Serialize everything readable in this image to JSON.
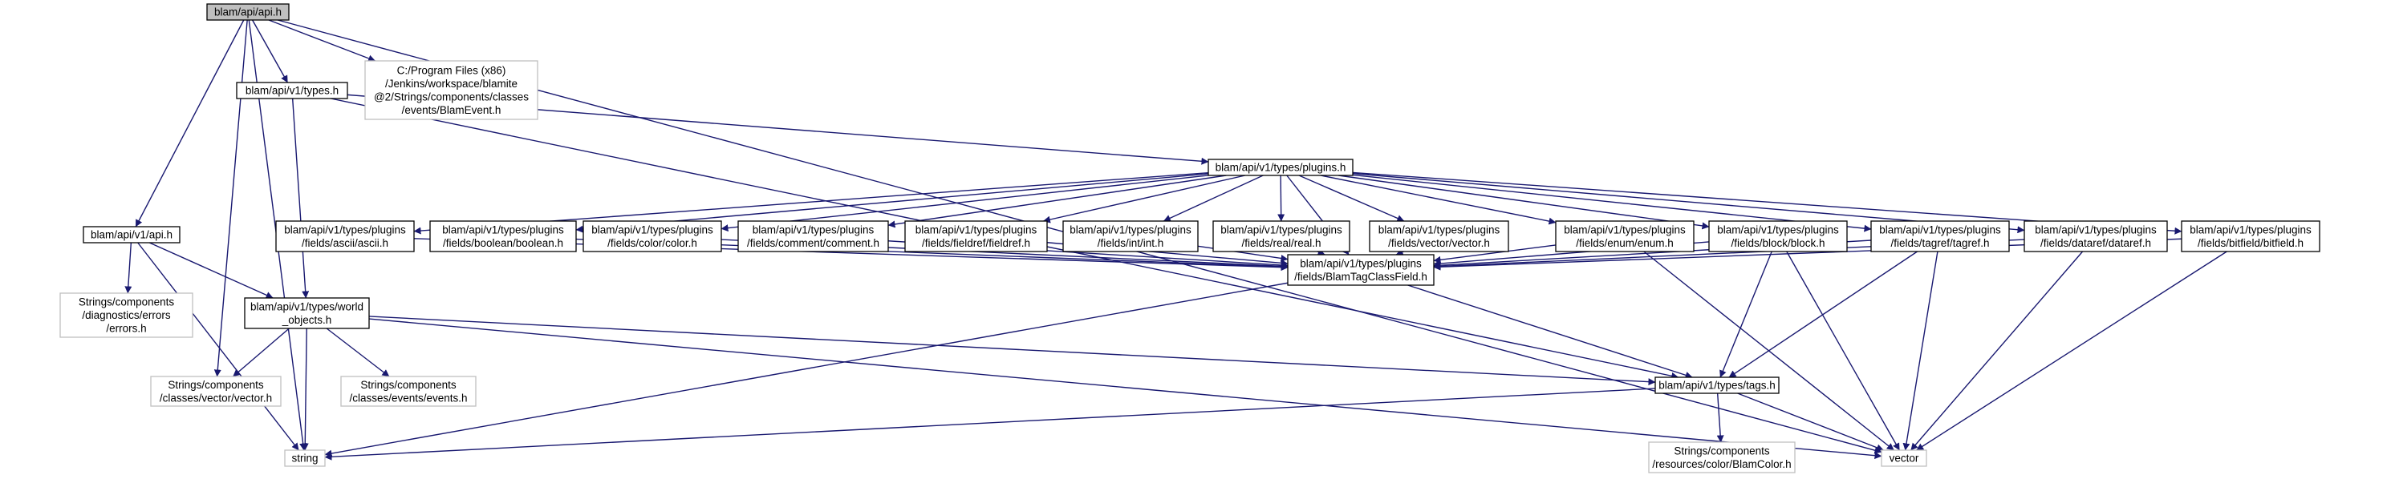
{
  "colors": {
    "edge": "#191970",
    "current_fill": "#bfbfbf",
    "node_fill": "#ffffff",
    "node_border": "#000000",
    "external_border": "#bfbfbf"
  },
  "nodes": {
    "api_h": {
      "lines": [
        "blam/api/api.h"
      ],
      "style": "current"
    },
    "blam_event": {
      "lines": [
        "C:/Program Files (x86)",
        "/Jenkins/workspace/blamite",
        "@2/Strings/components/classes",
        "/events/BlamEvent.h"
      ],
      "style": "external"
    },
    "types_h": {
      "lines": [
        "blam/api/v1/types.h"
      ],
      "style": "normal"
    },
    "plugins_h": {
      "lines": [
        "blam/api/v1/types/plugins.h"
      ],
      "style": "normal"
    },
    "v1_api_h": {
      "lines": [
        "blam/api/v1/api.h"
      ],
      "style": "normal"
    },
    "errors_h": {
      "lines": [
        "Strings/components",
        "/diagnostics/errors",
        "/errors.h"
      ],
      "style": "external"
    },
    "world_objects_h": {
      "lines": [
        "blam/api/v1/types/world",
        "_objects.h"
      ],
      "style": "normal"
    },
    "vector_vector_h": {
      "lines": [
        "Strings/components",
        "/classes/vector/vector.h"
      ],
      "style": "external"
    },
    "events_h": {
      "lines": [
        "Strings/components",
        "/classes/events/events.h"
      ],
      "style": "external"
    },
    "ascii_h": {
      "lines": [
        "blam/api/v1/types/plugins",
        "/fields/ascii/ascii.h"
      ],
      "style": "normal"
    },
    "boolean_h": {
      "lines": [
        "blam/api/v1/types/plugins",
        "/fields/boolean/boolean.h"
      ],
      "style": "normal"
    },
    "color_h": {
      "lines": [
        "blam/api/v1/types/plugins",
        "/fields/color/color.h"
      ],
      "style": "normal"
    },
    "comment_h": {
      "lines": [
        "blam/api/v1/types/plugins",
        "/fields/comment/comment.h"
      ],
      "style": "normal"
    },
    "fieldref_h": {
      "lines": [
        "blam/api/v1/types/plugins",
        "/fields/fieldref/fieldref.h"
      ],
      "style": "normal"
    },
    "int_h": {
      "lines": [
        "blam/api/v1/types/plugins",
        "/fields/int/int.h"
      ],
      "style": "normal"
    },
    "real_h": {
      "lines": [
        "blam/api/v1/types/plugins",
        "/fields/real/real.h"
      ],
      "style": "normal"
    },
    "vector_field_h": {
      "lines": [
        "blam/api/v1/types/plugins",
        "/fields/vector/vector.h"
      ],
      "style": "normal"
    },
    "enum_h": {
      "lines": [
        "blam/api/v1/types/plugins",
        "/fields/enum/enum.h"
      ],
      "style": "normal"
    },
    "block_h": {
      "lines": [
        "blam/api/v1/types/plugins",
        "/fields/block/block.h"
      ],
      "style": "normal"
    },
    "tagref_h": {
      "lines": [
        "blam/api/v1/types/plugins",
        "/fields/tagref/tagref.h"
      ],
      "style": "normal"
    },
    "dataref_h": {
      "lines": [
        "blam/api/v1/types/plugins",
        "/fields/dataref/dataref.h"
      ],
      "style": "normal"
    },
    "bitfield_h": {
      "lines": [
        "blam/api/v1/types/plugins",
        "/fields/bitfield/bitfield.h"
      ],
      "style": "normal"
    },
    "blamtagclassfield_h": {
      "lines": [
        "blam/api/v1/types/plugins",
        "/fields/BlamTagClassField.h"
      ],
      "style": "normal"
    },
    "tags_h": {
      "lines": [
        "blam/api/v1/types/tags.h"
      ],
      "style": "normal"
    },
    "string": {
      "lines": [
        "string"
      ],
      "style": "external"
    },
    "blamcolor_h": {
      "lines": [
        "Strings/components",
        "/resources/color/BlamColor.h"
      ],
      "style": "external"
    },
    "vector": {
      "lines": [
        "vector"
      ],
      "style": "external"
    }
  },
  "edges": [
    [
      "api_h",
      "blam_event"
    ],
    [
      "api_h",
      "types_h"
    ],
    [
      "api_h",
      "v1_api_h"
    ],
    [
      "api_h",
      "vector_vector_h"
    ],
    [
      "api_h",
      "string"
    ],
    [
      "api_h",
      "vector"
    ],
    [
      "types_h",
      "plugins_h"
    ],
    [
      "types_h",
      "world_objects_h"
    ],
    [
      "types_h",
      "tags_h"
    ],
    [
      "v1_api_h",
      "errors_h"
    ],
    [
      "v1_api_h",
      "world_objects_h"
    ],
    [
      "v1_api_h",
      "string"
    ],
    [
      "world_objects_h",
      "vector_vector_h"
    ],
    [
      "world_objects_h",
      "events_h"
    ],
    [
      "world_objects_h",
      "string"
    ],
    [
      "world_objects_h",
      "tags_h"
    ],
    [
      "world_objects_h",
      "vector"
    ],
    [
      "plugins_h",
      "ascii_h"
    ],
    [
      "plugins_h",
      "boolean_h"
    ],
    [
      "plugins_h",
      "color_h"
    ],
    [
      "plugins_h",
      "comment_h"
    ],
    [
      "plugins_h",
      "fieldref_h"
    ],
    [
      "plugins_h",
      "int_h"
    ],
    [
      "plugins_h",
      "real_h"
    ],
    [
      "plugins_h",
      "vector_field_h"
    ],
    [
      "plugins_h",
      "enum_h"
    ],
    [
      "plugins_h",
      "block_h"
    ],
    [
      "plugins_h",
      "tagref_h"
    ],
    [
      "plugins_h",
      "dataref_h"
    ],
    [
      "plugins_h",
      "bitfield_h"
    ],
    [
      "plugins_h",
      "blamtagclassfield_h"
    ],
    [
      "ascii_h",
      "blamtagclassfield_h"
    ],
    [
      "boolean_h",
      "blamtagclassfield_h"
    ],
    [
      "color_h",
      "blamtagclassfield_h"
    ],
    [
      "comment_h",
      "blamtagclassfield_h"
    ],
    [
      "fieldref_h",
      "blamtagclassfield_h"
    ],
    [
      "int_h",
      "blamtagclassfield_h"
    ],
    [
      "real_h",
      "blamtagclassfield_h"
    ],
    [
      "vector_field_h",
      "blamtagclassfield_h"
    ],
    [
      "enum_h",
      "blamtagclassfield_h"
    ],
    [
      "block_h",
      "blamtagclassfield_h"
    ],
    [
      "tagref_h",
      "blamtagclassfield_h"
    ],
    [
      "dataref_h",
      "blamtagclassfield_h"
    ],
    [
      "bitfield_h",
      "blamtagclassfield_h"
    ],
    [
      "enum_h",
      "vector"
    ],
    [
      "block_h",
      "tags_h"
    ],
    [
      "block_h",
      "vector"
    ],
    [
      "tagref_h",
      "tags_h"
    ],
    [
      "tagref_h",
      "vector"
    ],
    [
      "dataref_h",
      "vector"
    ],
    [
      "bitfield_h",
      "vector"
    ],
    [
      "blamtagclassfield_h",
      "tags_h"
    ],
    [
      "blamtagclassfield_h",
      "string"
    ],
    [
      "tags_h",
      "string"
    ],
    [
      "tags_h",
      "blamcolor_h"
    ],
    [
      "tags_h",
      "vector"
    ]
  ]
}
